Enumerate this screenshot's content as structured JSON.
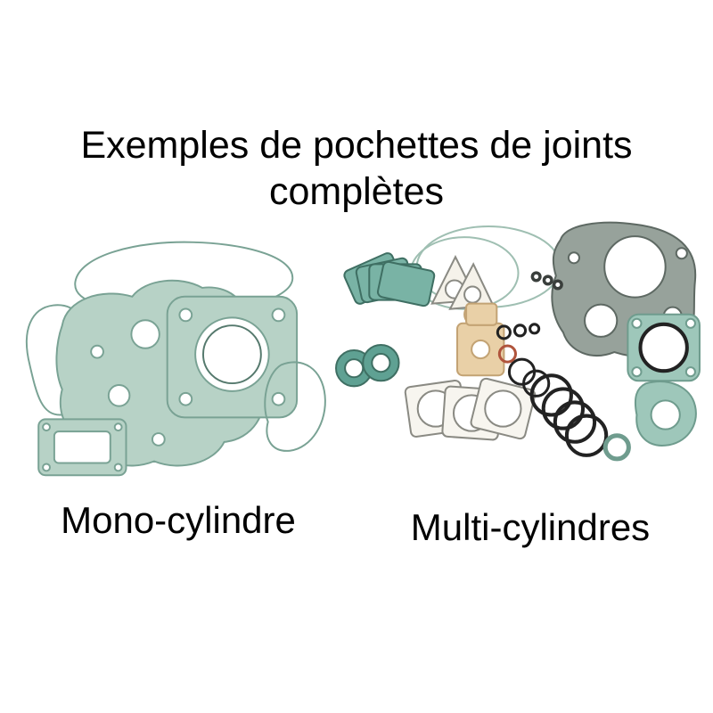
{
  "title": {
    "line1": "Exemples de pochettes de joints",
    "line2": "complètes"
  },
  "labels": {
    "mono": "Mono-cylindre",
    "multi": "Multi-cylindres"
  },
  "colors": {
    "background": "#ffffff",
    "text": "#000000",
    "gasket_teal_light": "#b7d2c6",
    "gasket_teal_medium": "#9ec7ba",
    "gasket_teal_dark": "#79b3a5",
    "gasket_gray": "#97a29b",
    "gasket_tan": "#e9d0a7",
    "gasket_paper_white": "#f5f2ea",
    "oring_black": "#222222",
    "oring_red": "#b0543c"
  }
}
